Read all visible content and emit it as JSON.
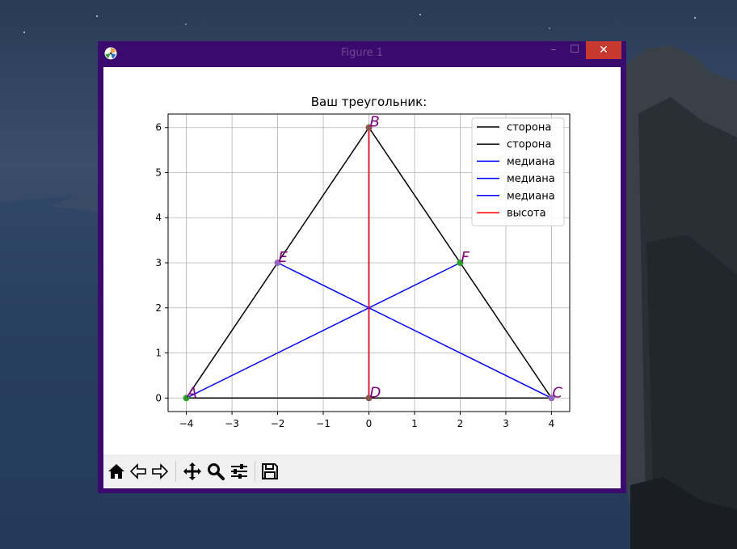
{
  "window": {
    "title": "Figure 1",
    "minimize_label": "–",
    "maximize_label": "☐",
    "close_label": "✕"
  },
  "toolbar": {
    "buttons": [
      "home-icon",
      "back-icon",
      "forward-icon",
      "pan-icon",
      "zoom-icon",
      "configure-subplots-icon",
      "save-icon"
    ]
  },
  "chart_data": {
    "type": "line",
    "title": "Ваш треугольник:",
    "xlabel": "",
    "ylabel": "",
    "xlim": [
      -4.4,
      4.4
    ],
    "ylim": [
      -0.3,
      6.3
    ],
    "xticks": [
      -4,
      -3,
      -2,
      -1,
      0,
      1,
      2,
      3,
      4
    ],
    "xtick_labels": [
      "−4",
      "−3",
      "−2",
      "−1",
      "0",
      "1",
      "2",
      "3",
      "4"
    ],
    "yticks": [
      0,
      1,
      2,
      3,
      4,
      5,
      6
    ],
    "ytick_labels": [
      "0",
      "1",
      "2",
      "3",
      "4",
      "5",
      "6"
    ],
    "grid": true,
    "legend_position": "top-right",
    "series": [
      {
        "name": "сторона",
        "color": "#000000",
        "x": [
          -4,
          0,
          4
        ],
        "y": [
          0,
          6,
          0
        ]
      },
      {
        "name": "сторона",
        "color": "#000000",
        "x": [
          -4,
          4
        ],
        "y": [
          0,
          0
        ]
      },
      {
        "name": "медиана",
        "color": "#0000ff",
        "x": [
          -4,
          2
        ],
        "y": [
          0,
          3
        ]
      },
      {
        "name": "медиана",
        "color": "#0000ff",
        "x": [
          4,
          -2
        ],
        "y": [
          0,
          3
        ]
      },
      {
        "name": "медиана",
        "color": "#0000ff",
        "x": [
          0,
          0
        ],
        "y": [
          6,
          0
        ]
      },
      {
        "name": "высота",
        "color": "#ff0000",
        "x": [
          0,
          0
        ],
        "y": [
          6,
          0
        ]
      }
    ],
    "points": [
      {
        "label": "A",
        "x": -4,
        "y": 0,
        "color": "#2ca02c"
      },
      {
        "label": "B",
        "x": 0,
        "y": 6,
        "color": "#8c564b"
      },
      {
        "label": "C",
        "x": 4,
        "y": 0,
        "color": "#9467bd"
      },
      {
        "label": "D",
        "x": 0,
        "y": 0,
        "color": "#8c564b"
      },
      {
        "label": "E",
        "x": -2,
        "y": 3,
        "color": "#9467bd"
      },
      {
        "label": "F",
        "x": 2,
        "y": 3,
        "color": "#2ca02c"
      }
    ],
    "point_label_color": "#800080"
  }
}
